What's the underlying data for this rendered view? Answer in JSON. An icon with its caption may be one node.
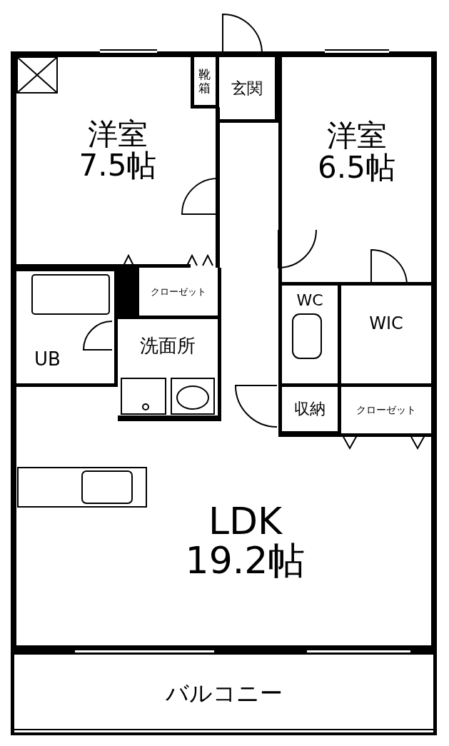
{
  "diagram": {
    "nodes": [
      {
        "text": [
          "洋室",
          "7.5帖"
        ]
      },
      {
        "text": [
          "靴箱"
        ]
      },
      {
        "text": [
          "玄関"
        ]
      },
      {
        "text": [
          "洋室",
          "6.5帖"
        ]
      },
      {
        "text": [
          "クローゼット"
        ]
      },
      {
        "text": [
          "UB"
        ]
      },
      {
        "text": [
          "洗面所"
        ]
      },
      {
        "text": [
          "WC"
        ]
      },
      {
        "text": [
          "WIC"
        ]
      },
      {
        "text": [
          "収納"
        ]
      },
      {
        "text": [
          "クローゼット"
        ]
      },
      {
        "text": [
          "LDK",
          "19.2帖"
        ]
      },
      {
        "text": [
          "バルコニー"
        ]
      }
    ]
  }
}
